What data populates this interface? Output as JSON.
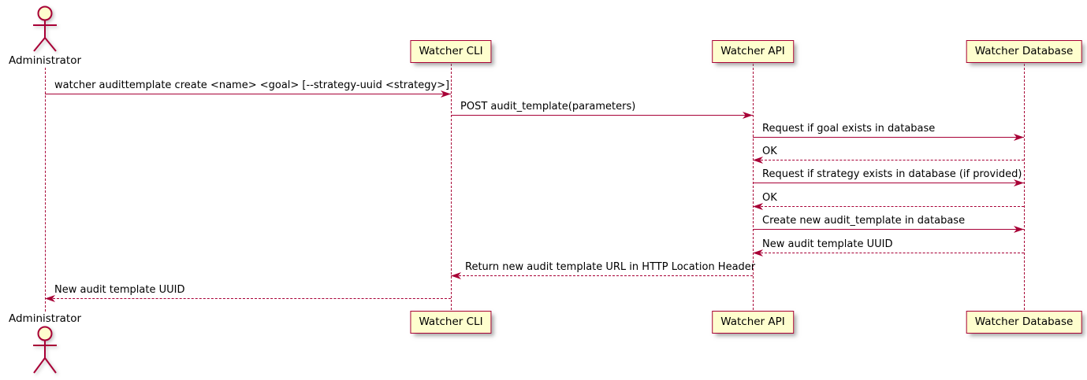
{
  "diagram": {
    "type": "sequence",
    "participants": [
      {
        "name": "Administrator",
        "kind": "actor"
      },
      {
        "name": "Watcher CLI",
        "kind": "participant"
      },
      {
        "name": "Watcher API",
        "kind": "participant"
      },
      {
        "name": "Watcher Database",
        "kind": "participant"
      }
    ],
    "messages": [
      {
        "from": "Administrator",
        "to": "Watcher CLI",
        "text": "watcher audittemplate create <name> <goal> [--strategy-uuid <strategy>]",
        "line": "solid",
        "direction": "right"
      },
      {
        "from": "Watcher CLI",
        "to": "Watcher API",
        "text": "POST audit_template(parameters)",
        "line": "solid",
        "direction": "right"
      },
      {
        "from": "Watcher API",
        "to": "Watcher Database",
        "text": "Request if goal exists in database",
        "line": "solid",
        "direction": "right"
      },
      {
        "from": "Watcher Database",
        "to": "Watcher API",
        "text": "OK",
        "line": "dotted",
        "direction": "left"
      },
      {
        "from": "Watcher API",
        "to": "Watcher Database",
        "text": "Request if strategy exists in database (if provided)",
        "line": "solid",
        "direction": "right"
      },
      {
        "from": "Watcher Database",
        "to": "Watcher API",
        "text": "OK",
        "line": "dotted",
        "direction": "left"
      },
      {
        "from": "Watcher API",
        "to": "Watcher Database",
        "text": "Create new audit_template in database",
        "line": "solid",
        "direction": "right"
      },
      {
        "from": "Watcher Database",
        "to": "Watcher API",
        "text": "New audit template UUID",
        "line": "dotted",
        "direction": "left"
      },
      {
        "from": "Watcher API",
        "to": "Watcher CLI",
        "text": "Return new audit template URL in HTTP Location Header",
        "line": "dotted",
        "direction": "left"
      },
      {
        "from": "Watcher CLI",
        "to": "Administrator",
        "text": "New audit template UUID",
        "line": "dotted",
        "direction": "left"
      }
    ],
    "colors": {
      "accent": "#A80036",
      "participant_fill": "#FEFECE",
      "label_text": "#000000",
      "background": "#FFFFFF"
    }
  }
}
